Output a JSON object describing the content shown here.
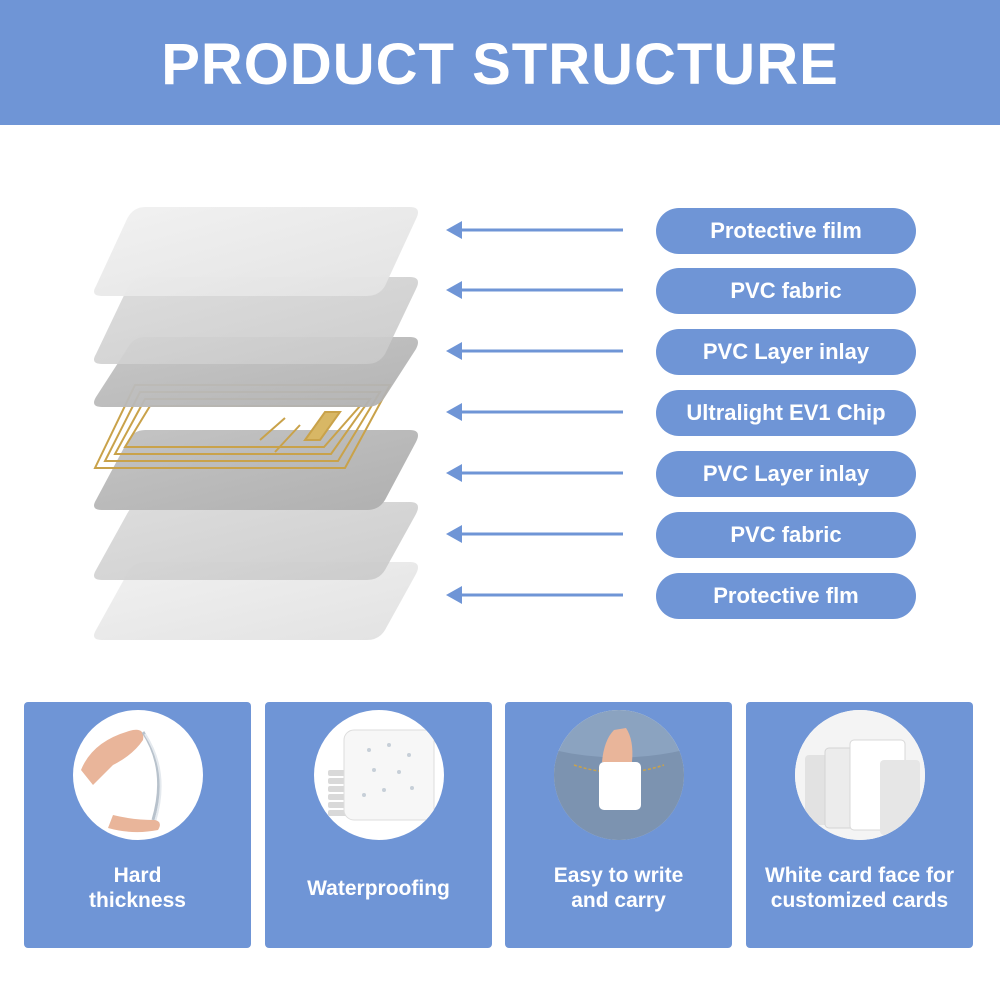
{
  "header": {
    "title": "PRODUCT STRUCTURE"
  },
  "layers": [
    {
      "label": "Protective film"
    },
    {
      "label": "PVC fabric"
    },
    {
      "label": "PVC Layer inlay"
    },
    {
      "label": "Ultralight EV1 Chip"
    },
    {
      "label": "PVC Layer inlay"
    },
    {
      "label": "PVC fabric"
    },
    {
      "label": "Protective flm"
    }
  ],
  "features": [
    {
      "line1": "Hard",
      "line2": "thickness",
      "icon": "bending-card-image"
    },
    {
      "line1": "Waterproofing",
      "line2": "",
      "icon": "card-stack-waterproof-image"
    },
    {
      "line1": "Easy to write",
      "line2": "and carry",
      "icon": "card-in-pocket-image"
    },
    {
      "line1": "White card face for",
      "line2": "customized cards",
      "icon": "white-cards-image"
    }
  ],
  "colors": {
    "accent": "#6f95d6",
    "background": "#ffffff",
    "text_on_accent": "#ffffff",
    "antenna_gold": "#c9a24a"
  }
}
